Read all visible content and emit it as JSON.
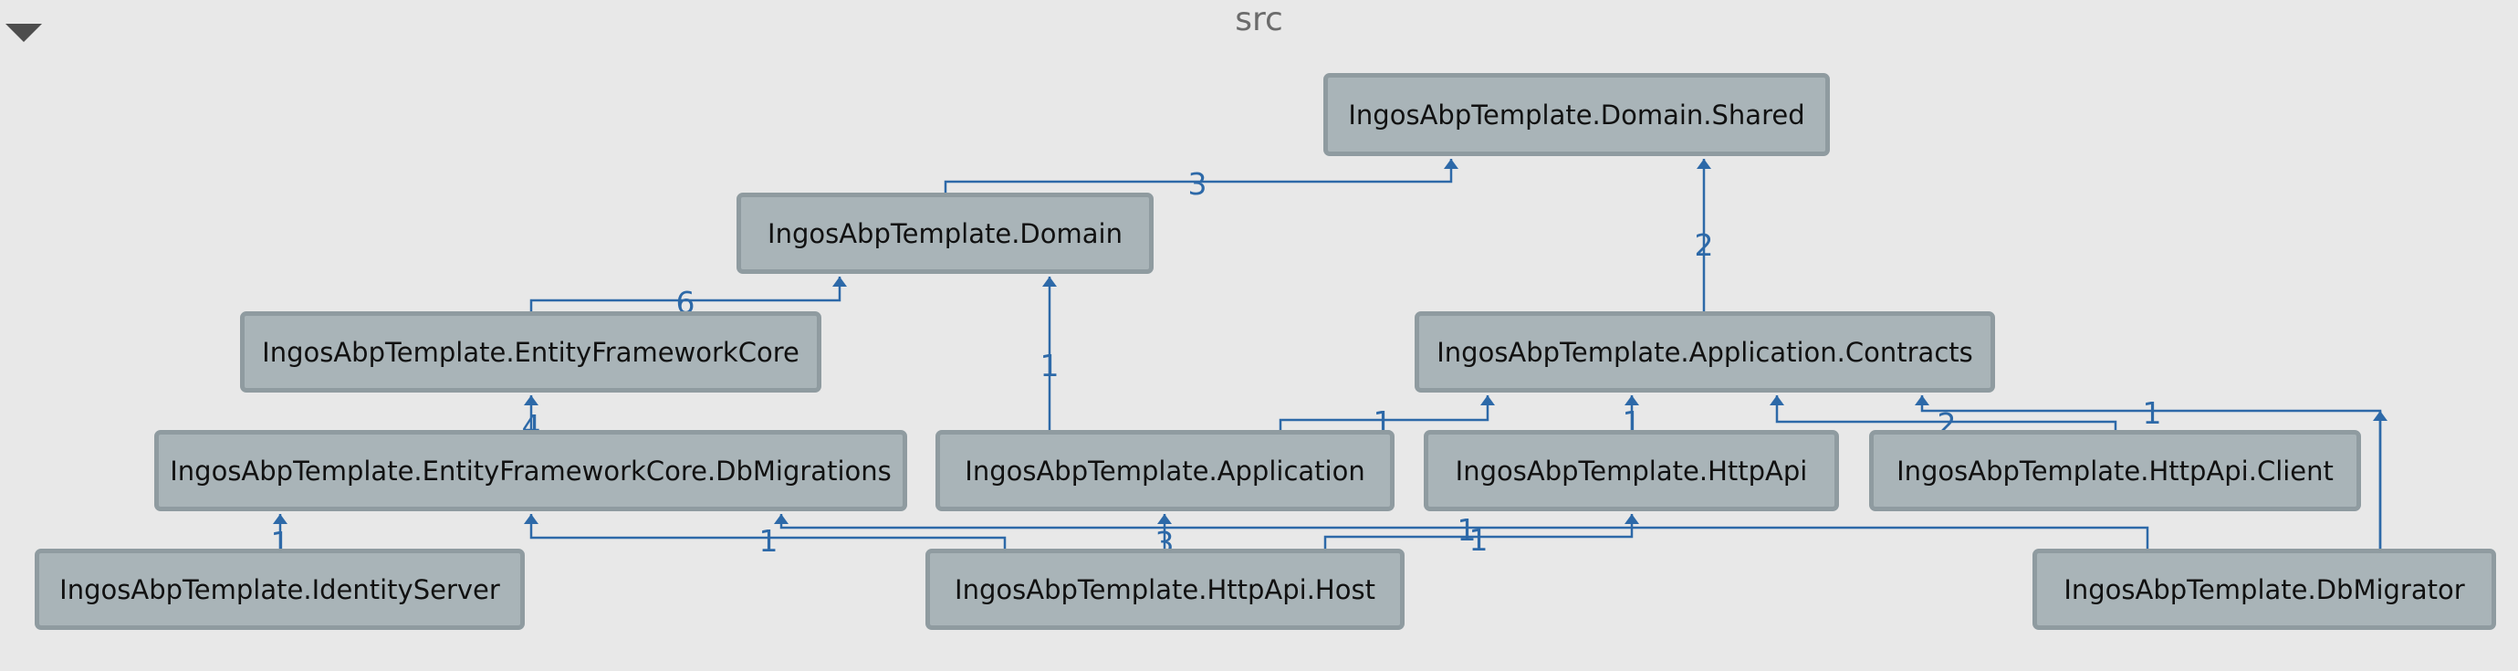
{
  "header": {
    "title": "src",
    "collapse_icon": "triangle-down-icon"
  },
  "nodes": {
    "domain_shared": "IngosAbpTemplate.Domain.Shared",
    "domain": "IngosAbpTemplate.Domain",
    "efcore": "IngosAbpTemplate.EntityFrameworkCore",
    "app_contracts": "IngosAbpTemplate.Application.Contracts",
    "efcore_migrations": "IngosAbpTemplate.EntityFrameworkCore.DbMigrations",
    "application": "IngosAbpTemplate.Application",
    "httpapi": "IngosAbpTemplate.HttpApi",
    "httpapi_client": "IngosAbpTemplate.HttpApi.Client",
    "identity_server": "IngosAbpTemplate.IdentityServer",
    "httpapi_host": "IngosAbpTemplate.HttpApi.Host",
    "db_migrator": "IngosAbpTemplate.DbMigrator"
  },
  "edges": [
    {
      "from": "domain",
      "to": "domain_shared",
      "count": "3"
    },
    {
      "from": "app_contracts",
      "to": "domain_shared",
      "count": "2"
    },
    {
      "from": "efcore",
      "to": "domain",
      "count": "6"
    },
    {
      "from": "application",
      "to": "domain",
      "count": "1"
    },
    {
      "from": "efcore_migrations",
      "to": "efcore",
      "count": "4"
    },
    {
      "from": "application",
      "to": "app_contracts",
      "count": "1"
    },
    {
      "from": "httpapi",
      "to": "app_contracts",
      "count": "1"
    },
    {
      "from": "httpapi_client",
      "to": "app_contracts",
      "count": "2"
    },
    {
      "from": "db_migrator",
      "to": "app_contracts",
      "count": "1"
    },
    {
      "from": "identity_server",
      "to": "efcore_migrations",
      "count": "1"
    },
    {
      "from": "httpapi_host",
      "to": "efcore_migrations",
      "count": "1"
    },
    {
      "from": "db_migrator",
      "to": "efcore_migrations",
      "count": "1"
    },
    {
      "from": "httpapi_host",
      "to": "application",
      "count": "3"
    },
    {
      "from": "httpapi_host",
      "to": "httpapi",
      "count": "1"
    },
    {
      "from": "db_migrator",
      "to": "httpapi",
      "count": "1"
    }
  ],
  "colors": {
    "background": "#e8e8e8",
    "node_fill": "#a9b4b8",
    "node_border": "#8f9ba0",
    "edge": "#2d69a8"
  }
}
